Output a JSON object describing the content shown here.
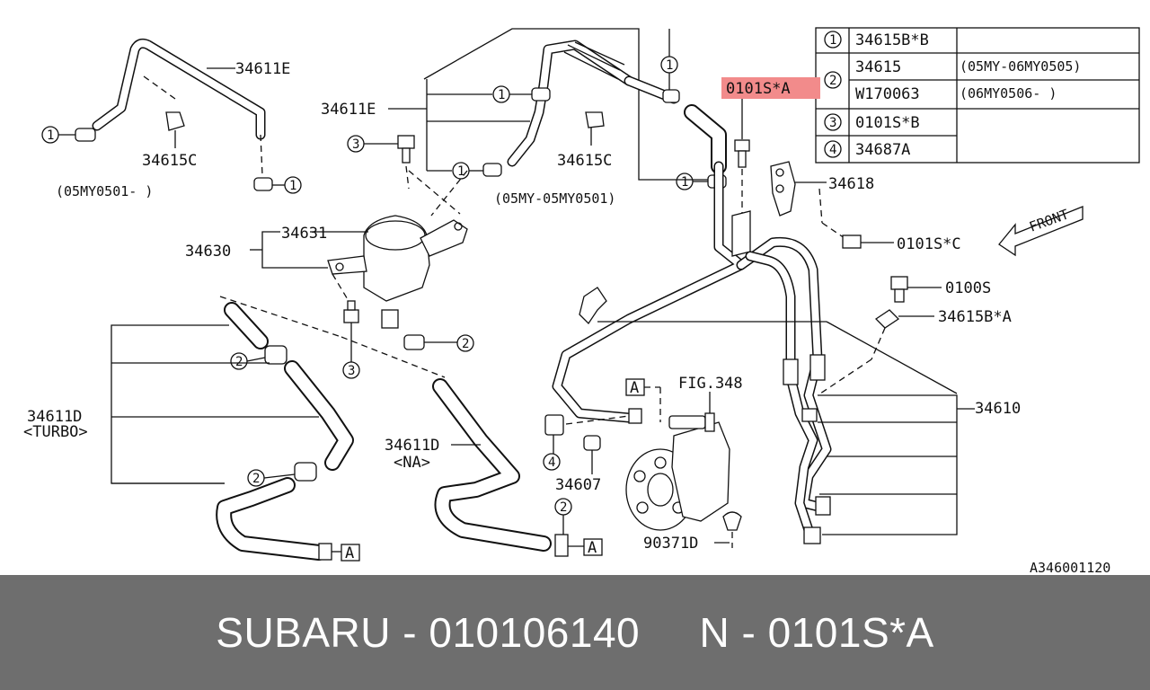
{
  "diagram": {
    "legend": {
      "rows": [
        {
          "num": "1",
          "part": "34615B*B",
          "note": ""
        },
        {
          "num": "2",
          "part": "34615",
          "note": "(05MY-06MY0505)"
        },
        {
          "num": "",
          "part": "W170063",
          "note": "(06MY0506-     )"
        },
        {
          "num": "3",
          "part": "0101S*B",
          "note": ""
        },
        {
          "num": "4",
          "part": "34687A",
          "note": ""
        }
      ]
    },
    "highlight": {
      "label": "0101S*A",
      "color": "#f28b8b"
    },
    "labels": {
      "l_34611E_top": "34611E",
      "l_34611E_mid": "34611E",
      "l_34615C_left": "34615C",
      "l_date_left": "(05MY0501-    )",
      "l_34615C_right": "34615C",
      "l_date_mid": "(05MY-05MY0501)",
      "l_34618": "34618",
      "l_0101SC": "0101S*C",
      "l_front": "FRONT",
      "l_34631": "34631",
      "l_34630": "34630",
      "l_0100S": "0100S",
      "l_34615BA": "34615B*A",
      "l_34610": "34610",
      "l_fig348": "FIG.348",
      "l_34611D_turbo": "34611D",
      "l_turbo": "<TURBO>",
      "l_34611D_na": "34611D",
      "l_na": "<NA>",
      "l_34607": "34607",
      "l_90371D": "90371D",
      "l_A1": "A",
      "l_A2": "A",
      "l_A3": "A",
      "l_code": "A346001120"
    },
    "callouts": {
      "c1a": "1",
      "c1b": "1",
      "c1c": "1",
      "c1d": "1",
      "c1e": "1",
      "c1f": "1",
      "c2a": "2",
      "c2b": "2",
      "c2c": "2",
      "c2d": "2",
      "c3a": "3",
      "c3b": "3",
      "c4a": "4"
    }
  },
  "footer": {
    "text": "SUBARU - 010106140     N - 0101S*A",
    "background": "#6e6e6e",
    "color": "#ffffff"
  }
}
